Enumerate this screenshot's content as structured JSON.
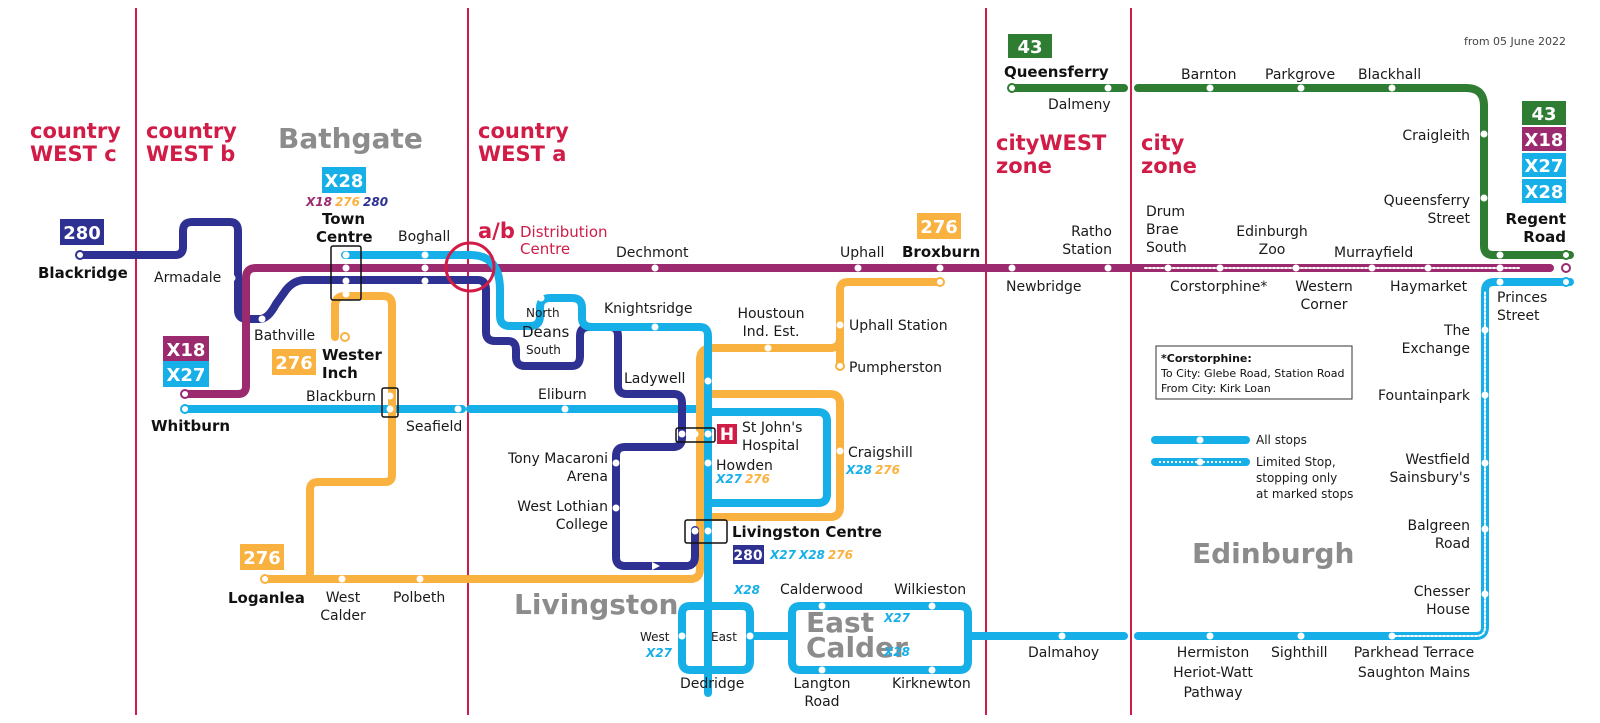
{
  "date_note": "from 05 June 2022",
  "colors": {
    "purple": "#9c2a6e",
    "navy": "#2e3191",
    "cyan": "#17afe8",
    "orange": "#f9b13f",
    "green": "#2e7d32",
    "red": "#d01c47",
    "grey": "#8c8c8c"
  },
  "zones": {
    "country_west_c": [
      "country",
      "WEST c"
    ],
    "country_west_b": [
      "country",
      "WEST b"
    ],
    "country_west_a": [
      "country",
      "WEST a"
    ],
    "citywest": [
      "cityWEST",
      "zone"
    ],
    "city": [
      "city",
      "zone"
    ]
  },
  "towns": {
    "bathgate": "Bathgate",
    "livingston": "Livingston",
    "east_calder": [
      "East",
      "Calder"
    ],
    "edinburgh": "Edinburgh"
  },
  "badges": {
    "b280_blackridge": "280",
    "x28_town": "X28",
    "x18_whitburn": "X18",
    "x27_whitburn": "X27",
    "b276_wester": "276",
    "b276_loganlea": "276",
    "b276_broxburn": "276",
    "b43_queensferry": "43",
    "b43_regent": "43",
    "x18_regent": "X18",
    "x27_regent": "X27",
    "x28_regent": "X28",
    "b280_livingston": "280"
  },
  "route_labels": {
    "town_centre": [
      "X18",
      "276",
      "280"
    ],
    "howden": [
      "X27",
      "276"
    ],
    "craigshill": [
      "X28",
      "276"
    ],
    "livingston_centre": [
      "X27",
      "X28",
      "276"
    ],
    "dedridge_east": "X28",
    "dedridge_west": "X27",
    "calder_upper": "X27",
    "calder_lower": "X28"
  },
  "distribution": {
    "ab": "a/b",
    "name": [
      "Distribution",
      "Centre"
    ]
  },
  "stops": {
    "blackridge": "Blackridge",
    "armadale": "Armadale",
    "bathville": "Bathville",
    "whitburn": "Whitburn",
    "town_centre": [
      "Town",
      "Centre"
    ],
    "boghall": "Boghall",
    "wester_inch": [
      "Wester",
      "Inch"
    ],
    "blackburn": "Blackburn",
    "seafield": "Seafield",
    "loganlea": "Loganlea",
    "west_calder": [
      "West",
      "Calder"
    ],
    "polbeth": "Polbeth",
    "dechmont": "Dechmont",
    "uphall": "Uphall",
    "broxburn": "Broxburn",
    "north": "North",
    "deans": "Deans",
    "south": "South",
    "knightsridge": "Knightsridge",
    "houstoun": [
      "Houstoun",
      "Ind. Est."
    ],
    "uphall_station": "Uphall Station",
    "pumpherston": "Pumpherston",
    "ladywell": "Ladywell",
    "eliburn": "Eliburn",
    "st_johns": [
      "St John's",
      "Hospital"
    ],
    "howden": "Howden",
    "craigshill": "Craigshill",
    "tony_macaroni": [
      "Tony Macaroni",
      "Arena"
    ],
    "west_lothian_college": [
      "West Lothian",
      "College"
    ],
    "livingston_centre": "Livingston Centre",
    "calderwood": "Calderwood",
    "wilkieston": "Wilkieston",
    "west": "West",
    "east": "East",
    "dedridge": "Dedridge",
    "langton_road": [
      "Langton",
      "Road"
    ],
    "kirknewton": "Kirknewton",
    "queensferry": "Queensferry",
    "dalmeny": "Dalmeny",
    "ratho_station": [
      "Ratho",
      "Station"
    ],
    "newbridge": "Newbridge",
    "dalmahoy": "Dalmahoy",
    "barnton": "Barnton",
    "parkgrove": "Parkgrove",
    "blackhall": "Blackhall",
    "craigleith": "Craigleith",
    "queensferry_street": [
      "Queensferry",
      "Street"
    ],
    "regent_road": [
      "Regent",
      "Road"
    ],
    "drum_brae_south": [
      "Drum",
      "Brae",
      "South"
    ],
    "edinburgh_zoo": [
      "Edinburgh",
      "Zoo"
    ],
    "murrayfield": "Murrayfield",
    "corstorphine": "Corstorphine*",
    "western_corner": [
      "Western",
      "Corner"
    ],
    "haymarket": "Haymarket",
    "princes_street": [
      "Princes",
      "Street"
    ],
    "the_exchange": [
      "The",
      "Exchange"
    ],
    "fountainpark": "Fountainpark",
    "westfield": [
      "Westfield",
      "Sainsbury's"
    ],
    "balgreen": [
      "Balgreen",
      "Road"
    ],
    "chesser": [
      "Chesser",
      "House"
    ],
    "hermiston": [
      "Hermiston",
      "Heriot-Watt",
      "Pathway"
    ],
    "sighthill": "Sighthill",
    "parkhead": [
      "Parkhead Terrace",
      "Saughton Mains"
    ]
  },
  "note": {
    "title": "*Corstorphine:",
    "line1": "To City: Glebe Road, Station Road",
    "line2": "From City: Kirk Loan"
  },
  "legend": {
    "all_stops": "All stops",
    "limited": [
      "Limited Stop,",
      "stopping only",
      "at marked stops"
    ]
  }
}
